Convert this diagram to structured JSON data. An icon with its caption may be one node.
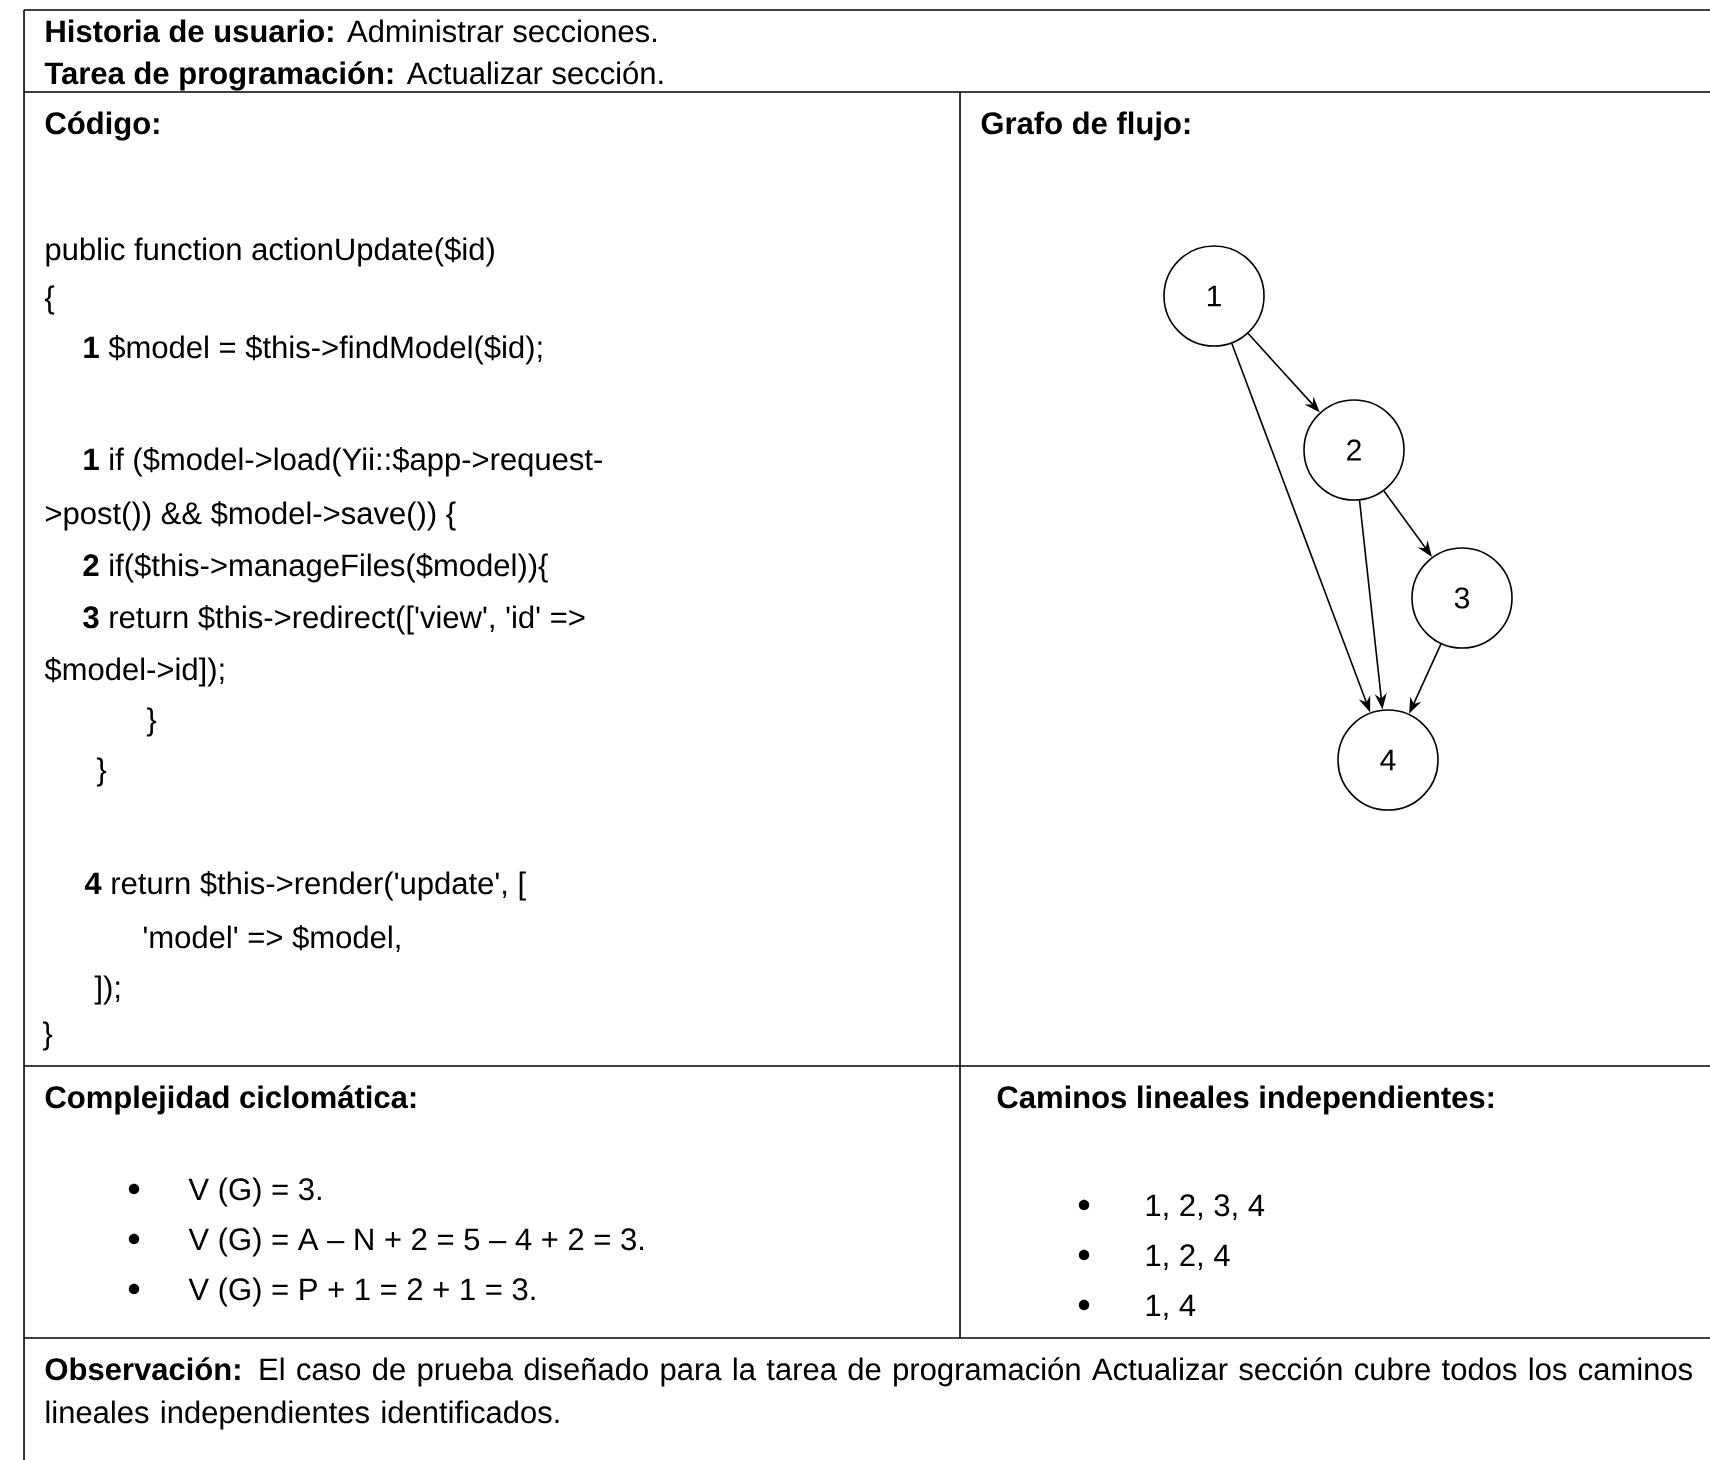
{
  "diagram": {
    "nodes": [
      {
        "text": [
          "1"
        ]
      },
      {
        "text": [
          "2"
        ]
      },
      {
        "text": [
          "3"
        ]
      },
      {
        "text": [
          "4"
        ]
      }
    ],
    "edges": [
      {
        "from": 0,
        "to": 1,
        "arrow": "to"
      },
      {
        "from": 0,
        "to": 3,
        "arrow": "to"
      },
      {
        "from": 1,
        "to": 2,
        "arrow": "to"
      },
      {
        "from": 1,
        "to": 3,
        "arrow": "to"
      },
      {
        "from": 2,
        "to": 3,
        "arrow": "to"
      }
    ],
    "labels": [
      "**Historia de usuario:** Administrar secciones.",
      "**Tarea de programación:** Actualizar sección.",
      "Código:",
      "Grafo de flujo:",
      "public function actionUpdate($id)",
      "{",
      "**1** $model = $this->findModel($id);",
      "**1** if ($model->load(Yii::$app->request-",
      ">post()) && $model->save()) {",
      "**2** if($this->manageFiles($model)){",
      "**3** return $this->redirect(['view', 'id' =>",
      "$model->id]);",
      "}",
      "}",
      "**4** return $this->render('update', [",
      "'model' => $model,",
      "]);",
      "}",
      "Complejidad ciclomática:",
      "Caminos lineales independientes:",
      "V (G) = 3.",
      "V (G) = A – N + 2 = 5 – 4 + 2 = 3.",
      "V (G) = P + 1 = 2 + 1 = 3.",
      "1, 2, 3, 4",
      "1, 2, 4",
      "1, 4",
      "**Observación:** El caso de prueba diseñado para la tarea de programación Actualizar sección cubre todos los caminos lineales independientes identificados."
    ]
  }
}
